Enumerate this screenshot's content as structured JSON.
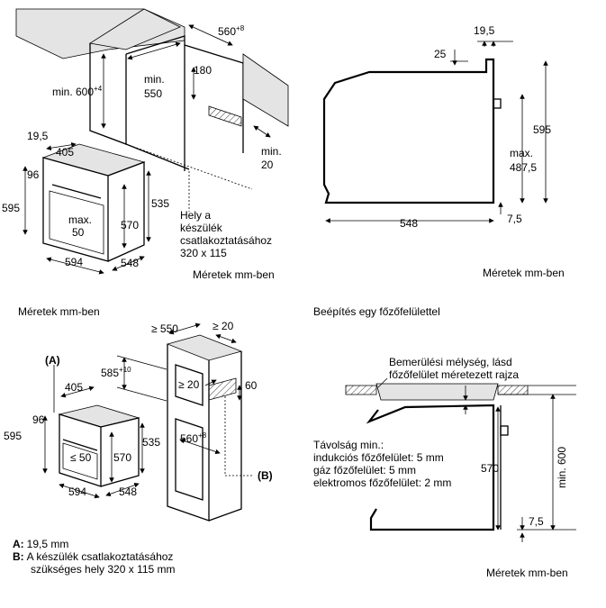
{
  "diagrams": {
    "top_left": {
      "dims": {
        "w560": "560",
        "w560_sup": "+8",
        "min600": "min. 600",
        "min600_sup": "+4",
        "min550_a": "min.",
        "min550_b": "550",
        "d180": "180",
        "min20_a": "min.",
        "min20_b": "20",
        "d19_5": "19,5",
        "d405": "405",
        "d96": "96",
        "d595": "595",
        "max50_a": "max.",
        "max50_b": "50",
        "d570": "570",
        "d535": "535",
        "d594": "594",
        "d548": "548"
      },
      "note": [
        "Hely a",
        "készülék",
        "csatlakoztatásához",
        "320 x 115"
      ],
      "caption": "Méretek mm-ben"
    },
    "top_right": {
      "dims": {
        "d19_5": "19,5",
        "d25": "25",
        "d595": "595",
        "max487_a": "max.",
        "max487_b": "487,5",
        "d7_5": "7,5",
        "d548": "548"
      },
      "caption": "Méretek mm-ben"
    },
    "bottom_left": {
      "caption": "Méretek mm-ben",
      "dims": {
        "ge550": "≥ 550",
        "ge20_top": "≥ 20",
        "d585": "585",
        "d585_sup": "+10",
        "ge20_mid": "≥ 20",
        "d60": "60",
        "markA": "(A)",
        "markB": "(B)",
        "d405": "405",
        "d96": "96",
        "d595": "595",
        "le50": "≤ 50",
        "d570": "570",
        "d535": "535",
        "d560": "560",
        "d560_sup": "+8",
        "d594": "594",
        "d548": "548"
      },
      "legend": [
        {
          "key": "A:",
          "text": "19,5 mm"
        },
        {
          "key": "B:",
          "text": "A készülék csatlakoztatásához"
        },
        {
          "key": "",
          "text": "szükséges hely 320 x 115 mm"
        }
      ]
    },
    "bottom_right": {
      "title": "Beépítés egy főzőfelülettel",
      "note": [
        "Bemerülési mélység, lásd",
        "főzőfelület méretezett rajza"
      ],
      "distance": [
        "Távolság min.:",
        "indukciós főzőfelület: 5 mm",
        "gáz főzőfelület: 5 mm",
        "elektromos főzőfelület: 2 mm"
      ],
      "dims": {
        "d570": "570",
        "min600": "min. 600",
        "d7_5": "7,5"
      },
      "caption": "Méretek mm-ben"
    }
  }
}
